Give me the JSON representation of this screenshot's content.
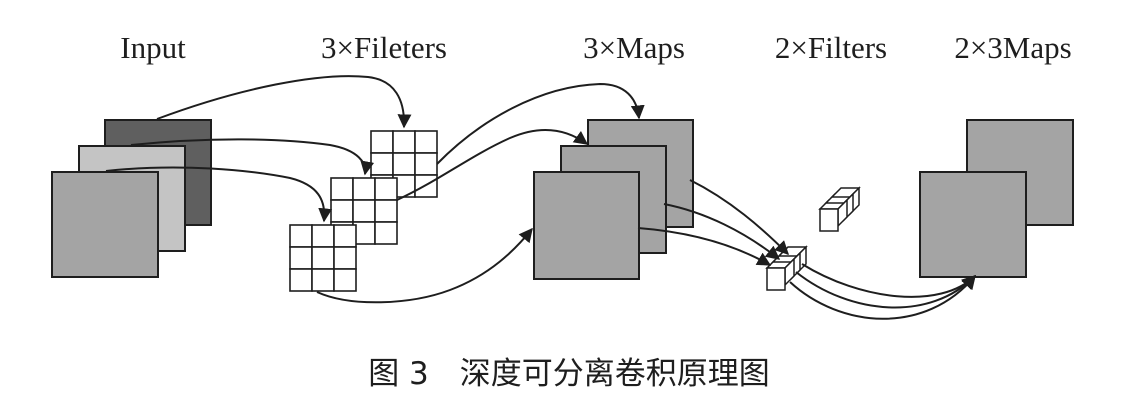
{
  "labels": {
    "input": "Input",
    "filters3": "3×Fileters",
    "maps3": "3×Maps",
    "filters2": "2×Filters",
    "maps2x3": "2×3Maps"
  },
  "caption": "图 3　深度可分离卷积原理图",
  "colors": {
    "dark_gray": "#5f5f5f",
    "light_gray": "#c4c4c4",
    "mid_gray": "#a4a4a4",
    "white": "#ffffff",
    "line": "#1e1e1e"
  }
}
